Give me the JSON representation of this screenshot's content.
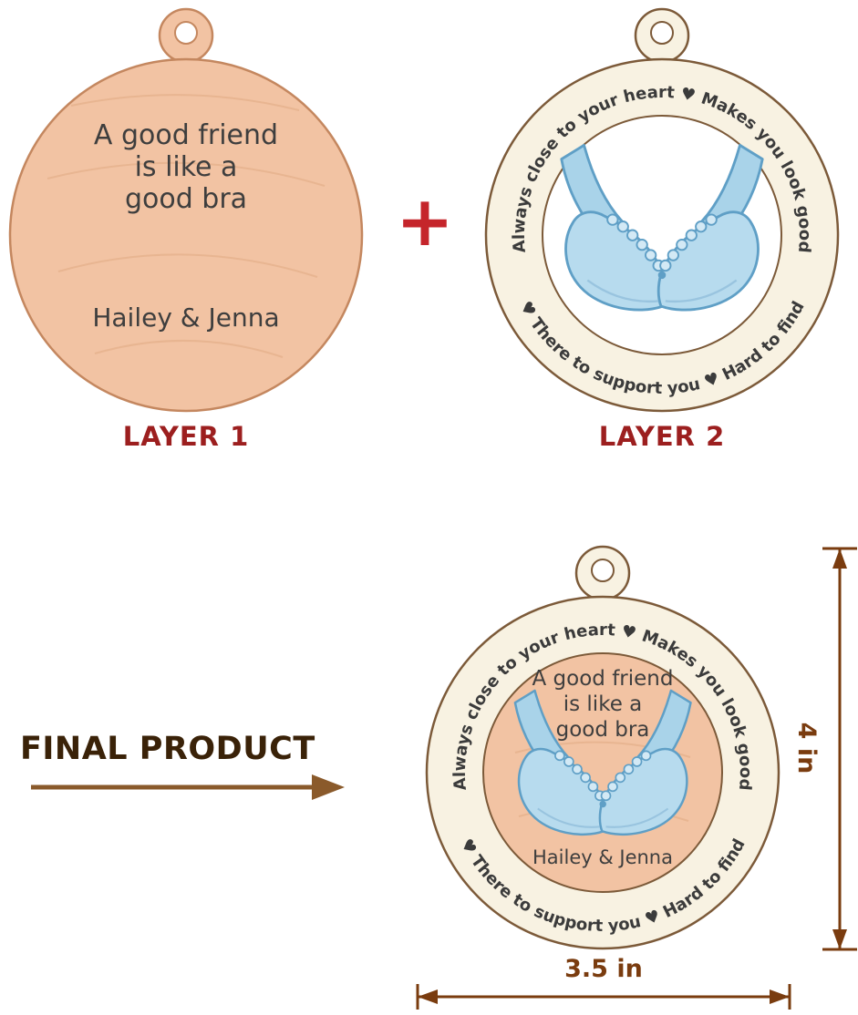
{
  "layer1": {
    "label": "LAYER 1",
    "quote": [
      "A good friend",
      "is like a",
      "good bra"
    ],
    "names": "Hailey & Jenna"
  },
  "plus_sign": "+",
  "layer2": {
    "label": "LAYER 2",
    "arc_top": "Always close to your heart ♥ Makes you look good",
    "arc_bottom": "♥ There to support you ♥ Hard to find"
  },
  "final_product": {
    "label": "FINAL PRODUCT",
    "arc_top": "Always close to your heart ♥ Makes you look good",
    "arc_bottom": "♥ There to support you ♥ Hard to find",
    "quote": [
      "A good friend",
      "is like a",
      "good bra"
    ],
    "names": "Hailey & Jenna"
  },
  "dimensions": {
    "height_label": "4 in",
    "width_label": "3.5 in"
  },
  "colors": {
    "wood": "#f2c3a3",
    "wood_outline": "#c4875f",
    "ring_wood": "#f8f2e2",
    "ring_outline": "#7c5a39",
    "bra_blue": "#b7dbee",
    "bra_outline": "#5f9fc6",
    "layer_label_red": "#9c1f1f",
    "plus_red": "#c5252b",
    "final_product_brown": "#3a2208",
    "arrow_brown": "#8a5a2b",
    "dimension_brown": "#7a3c0f",
    "ornament_text": "#3e3e3e"
  }
}
